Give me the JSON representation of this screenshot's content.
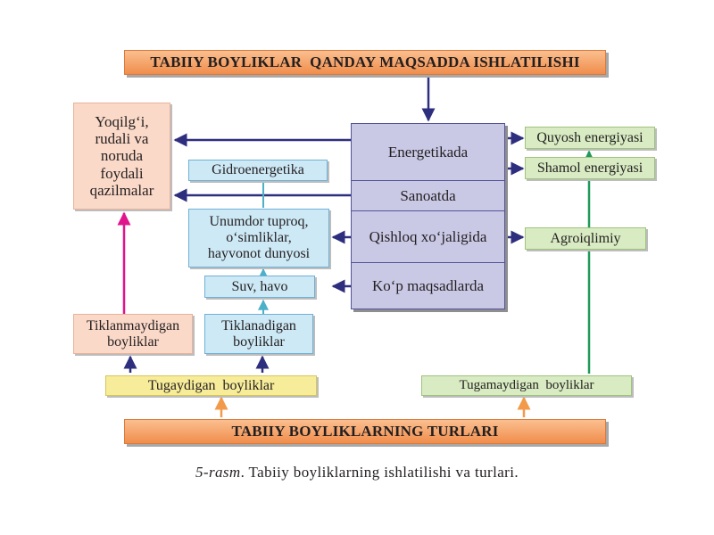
{
  "title": "TABIIY BOYLIKLAR  QANDAY MAQSADDA ISHLATILISHI",
  "bottom_title": "TABIIY BOYLIKLARNING TURLARI",
  "usage": {
    "energy": "Energetikada",
    "industry": "Sanoatda",
    "agriculture": "Qishloq xo‘jaligida",
    "multi": "Ko‘p maqsadlarda"
  },
  "left": {
    "fuel_line1": "Yoqilg‘i,",
    "fuel_line2": "rudali va",
    "fuel_line3": "noruda",
    "fuel_line4": "foydali",
    "fuel_line5": "qazilmalar",
    "nonrenewable_line1": "Tiklanmaydigan",
    "nonrenewable_line2": "boyliklar",
    "exhaustible": "Tugaydigan  boyliklar"
  },
  "middle": {
    "hydro": "Gidroenergetika",
    "soil_line1": "Unumdor tuproq,",
    "soil_line2": "o‘simliklar,",
    "soil_line3": "hayvonot dunyosi",
    "water": "Suv, havo",
    "renewable_line1": "Tiklanadigan",
    "renewable_line2": "boyliklar"
  },
  "right": {
    "solar": "Quyosh energiyasi",
    "wind": "Shamol energiyasi",
    "agroclimate": "Agroiqlimiy",
    "inexhaustible": "Tugamaydigan  boyliklar"
  },
  "caption": {
    "figure": "5-rasm",
    "text": ". Tabiiy boyliklarning ishlatilishi va turlari."
  },
  "colors": {
    "navy": "#2e2e7e",
    "magenta": "#e0148c",
    "teal": "#4bb0c8",
    "green": "#1f9a5a",
    "orange": "#f29a4a"
  }
}
